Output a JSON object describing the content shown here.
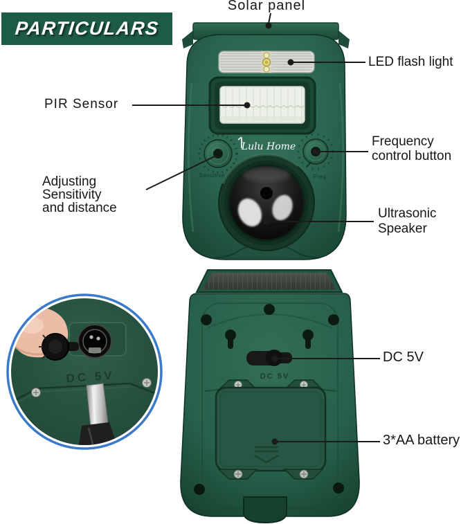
{
  "banner": {
    "title": "PARTICULARS",
    "bg_color": "#1e5b45",
    "text_color": "#ffffff"
  },
  "callouts": {
    "solar_panel": {
      "label": "Solar panel"
    },
    "led_flash_light": {
      "label": "LED flash light"
    },
    "pir_sensor": {
      "label": "PIR Sensor"
    },
    "frequency_control": {
      "line1": "Frequency",
      "line2": "control button"
    },
    "adjusting": {
      "line1": "Adjusting",
      "line2": "Sensitivity",
      "line3": "and distance"
    },
    "ultrasonic_speaker": {
      "line1": "Ultrasonic",
      "line2": "Speaker"
    },
    "dc_5v": {
      "label": "DC 5V"
    },
    "aa_battery": {
      "label": "3*AA battery"
    }
  },
  "device_front": {
    "brand_logo": "Lulu Home",
    "left_knob_label": "Sensitive",
    "right_knob_label": "Freq",
    "body_color": "#2a6450",
    "body_dark": "#123late-n/a"
  },
  "device_back": {
    "embossed_port_label": "DC 5V"
  },
  "inset_photo": {
    "embossed_port_label": "DC 5V",
    "ring_color": "#3b7ac9"
  },
  "annotation": {
    "line_color": "#1b1b1b"
  }
}
